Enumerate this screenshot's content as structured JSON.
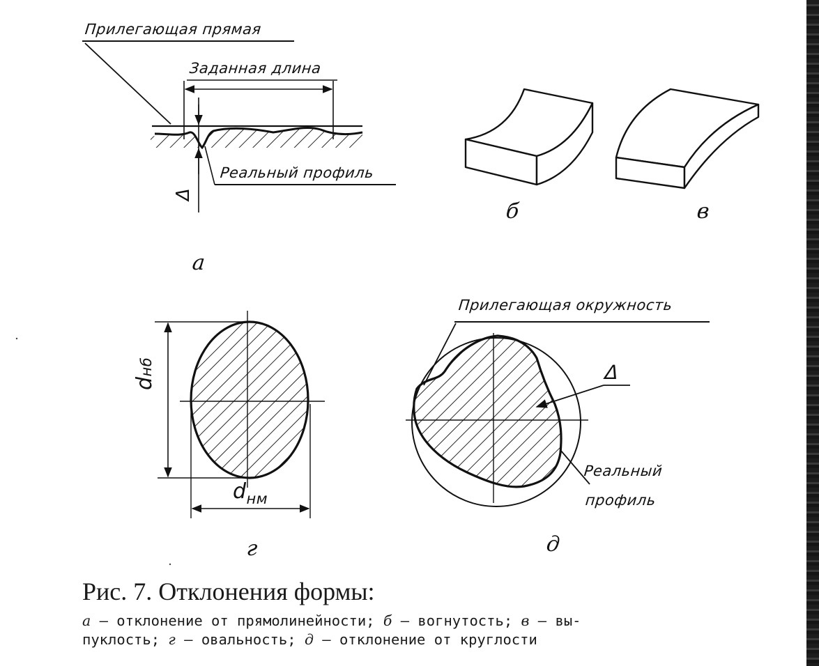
{
  "figure": {
    "panel_a": {
      "letter": "а",
      "label_adjacent_line": "Прилегающая прямая",
      "label_given_length": "Заданная длина",
      "label_real_profile": "Реальный профиль",
      "label_delta": "Δ"
    },
    "panel_b": {
      "letter": "б"
    },
    "panel_v": {
      "letter": "в"
    },
    "panel_g": {
      "letter": "г",
      "label_d_max": "d",
      "label_d_max_sub": "нб",
      "label_d_min": "d",
      "label_d_min_sub": "нм"
    },
    "panel_d": {
      "letter": "д",
      "label_adjacent_circle": "Прилегающая окружность",
      "label_delta": "Δ",
      "label_real_line1": "Реальный",
      "label_real_line2": "профиль"
    }
  },
  "caption": {
    "title": "Рис. 7. Отклонения формы:",
    "items": [
      {
        "key": "а",
        "text": " — отклонение от прямолинейности; "
      },
      {
        "key": "б",
        "text": " — вогнутость; "
      },
      {
        "key": "в",
        "text": " — вы-"
      },
      {
        "key": "",
        "text": "пуклость; "
      },
      {
        "key": "г",
        "text": " — овальность; "
      },
      {
        "key": "д",
        "text": " — отклонение от круглости"
      }
    ]
  },
  "colors": {
    "ink": "#111111",
    "paper": "#ffffff",
    "scan_edge": "#1d1d1d"
  }
}
